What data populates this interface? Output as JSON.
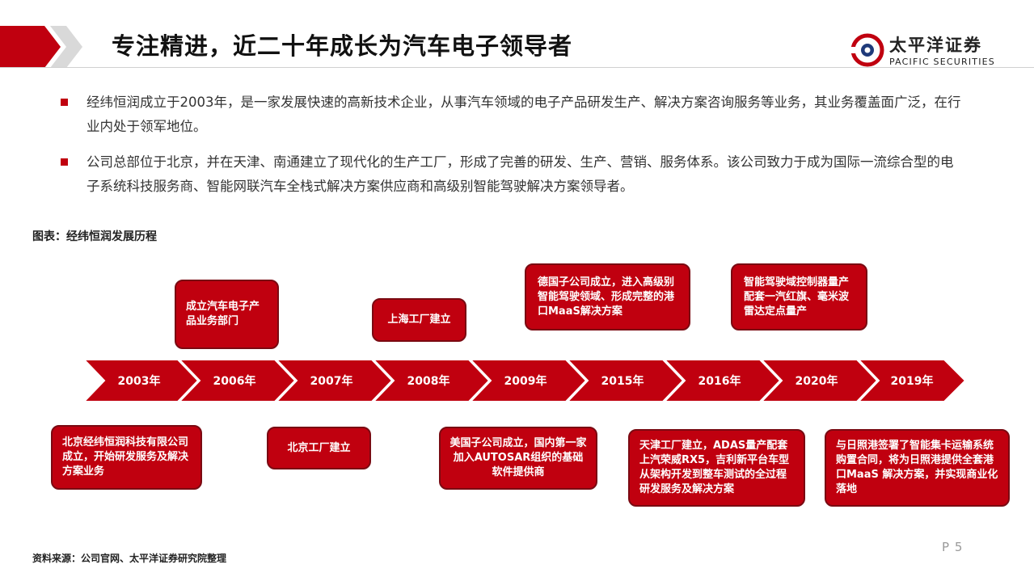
{
  "header": {
    "title": "专注精进，近二十年成长为汽车电子领导者",
    "logo_cn": "太平洋证券",
    "logo_en": "PACIFIC SECURITIES"
  },
  "bullets": [
    "经纬恒润成立于2003年，是一家发展快速的高新技术企业，从事汽车领域的电子产品研发生产、解决方案咨询服务等业务，其业务覆盖面广泛，在行业内处于领军地位。",
    "公司总部位于北京，并在天津、南通建立了现代化的生产工厂，形成了完善的研发、生产、营销、服务体系。该公司致力于成为国际一流综合型的电子系统科技服务商、智能网联汽车全栈式解决方案供应商和高级别智能驾驶解决方案领导者。"
  ],
  "figure_label": "图表：经纬恒润发展历程",
  "timeline": {
    "years": [
      "2003年",
      "2006年",
      "2007年",
      "2008年",
      "2009年",
      "2015年",
      "2016年",
      "2020年",
      "2019年"
    ],
    "top_events": [
      "成立汽车电子产品业务部门",
      "上海工厂建立",
      "德国子公司成立，进入高级别智能驾驶领域、形成完整的港口MaaS解决方案",
      "智能驾驶域控制器量产配套一汽红旗、毫米波雷达定点量产"
    ],
    "bottom_events": [
      "北京经纬恒润科技有限公司成立，开始研发服务及解决方案业务",
      "北京工厂建立",
      "美国子公司成立，国内第一家加入AUTOSAR组织的基础软件提供商",
      "天津工厂建立，ADAS量产配套上汽荣威RX5，吉利新平台车型从架构开发到整车测试的全过程研发服务及解决方案",
      "与日照港签署了智能集卡运输系统购置合同，将为日照港提供全套港口MaaS 解决方案，并实现商业化落地"
    ]
  },
  "footer": {
    "source": "资料来源：公司官网、太平洋证券研究院整理",
    "page": "P 5"
  },
  "colors": {
    "accent": "#c0000f",
    "box_border": "#7a0a12",
    "chevron_gray": "#d9d9d9"
  }
}
